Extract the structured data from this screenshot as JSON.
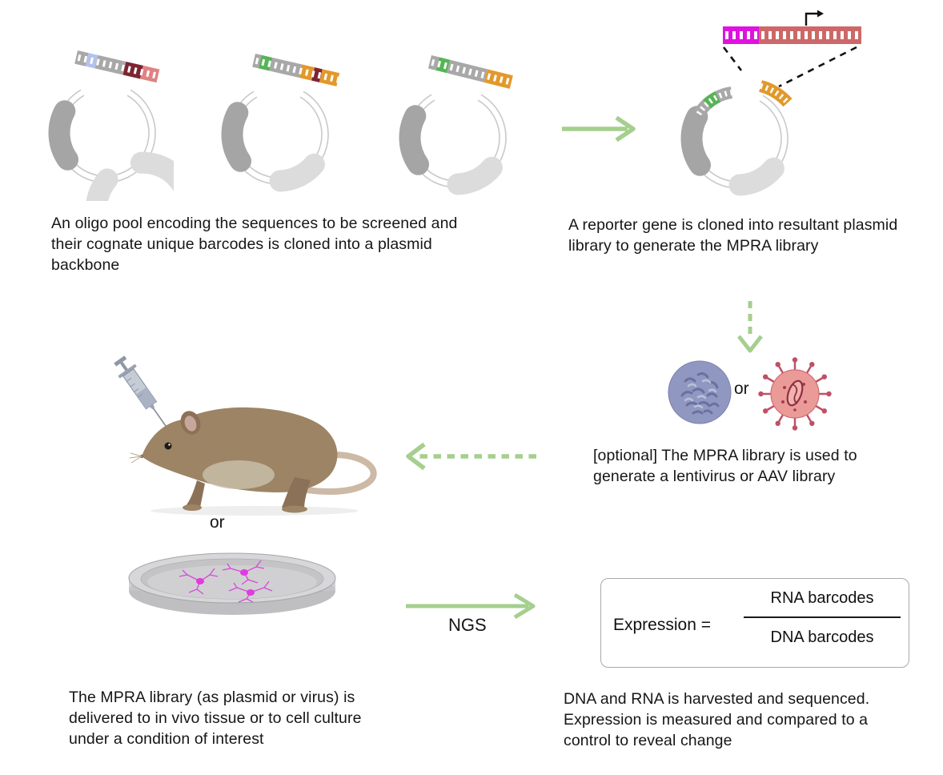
{
  "diagram": {
    "captions": {
      "oligo_pool": "An oligo pool encoding the sequences to be screened and\ntheir cognate unique barcodes is cloned into a plasmid\nbackbone",
      "reporter": "A reporter gene is cloned into resultant plasmid\nlibrary to generate the MPRA library",
      "optional_virus": "[optional] The MPRA library is used to\ngenerate a lentivirus or AAV library",
      "delivery": "The MPRA library (as plasmid or virus) is\ndelivered to in vivo tissue or to cell culture\nunder a condition of interest",
      "readout": "DNA and RNA is harvested and sequenced.\nExpression is measured and compared to a\ncontrol to reveal change"
    },
    "labels": {
      "or_virus": "or",
      "or_delivery": "or",
      "ngs": "NGS"
    },
    "formula": {
      "lhs": "Expression =",
      "numerator": "RNA barcodes",
      "denominator": "DNA barcodes"
    },
    "colors": {
      "arrow_green": "#a5cf8e",
      "promoter_magenta": "#df12df",
      "reporter_salmon": "#cd6868",
      "barcode_orange": "#e2992b",
      "barcode_green": "#56b456",
      "barcode_blue": "#b3c1ec",
      "barcode_maroon": "#7d2433",
      "barcode_red": "#e08282",
      "dna_gray": "#a8a8a8",
      "plasmid_dark_arc": "#a5a5a5",
      "plasmid_light_arc": "#dcdcdc",
      "virus_blue": "#9098c2",
      "virus_red": "#eb9b97",
      "neuron_magenta": "#e23ae2",
      "text": "#161616"
    }
  }
}
